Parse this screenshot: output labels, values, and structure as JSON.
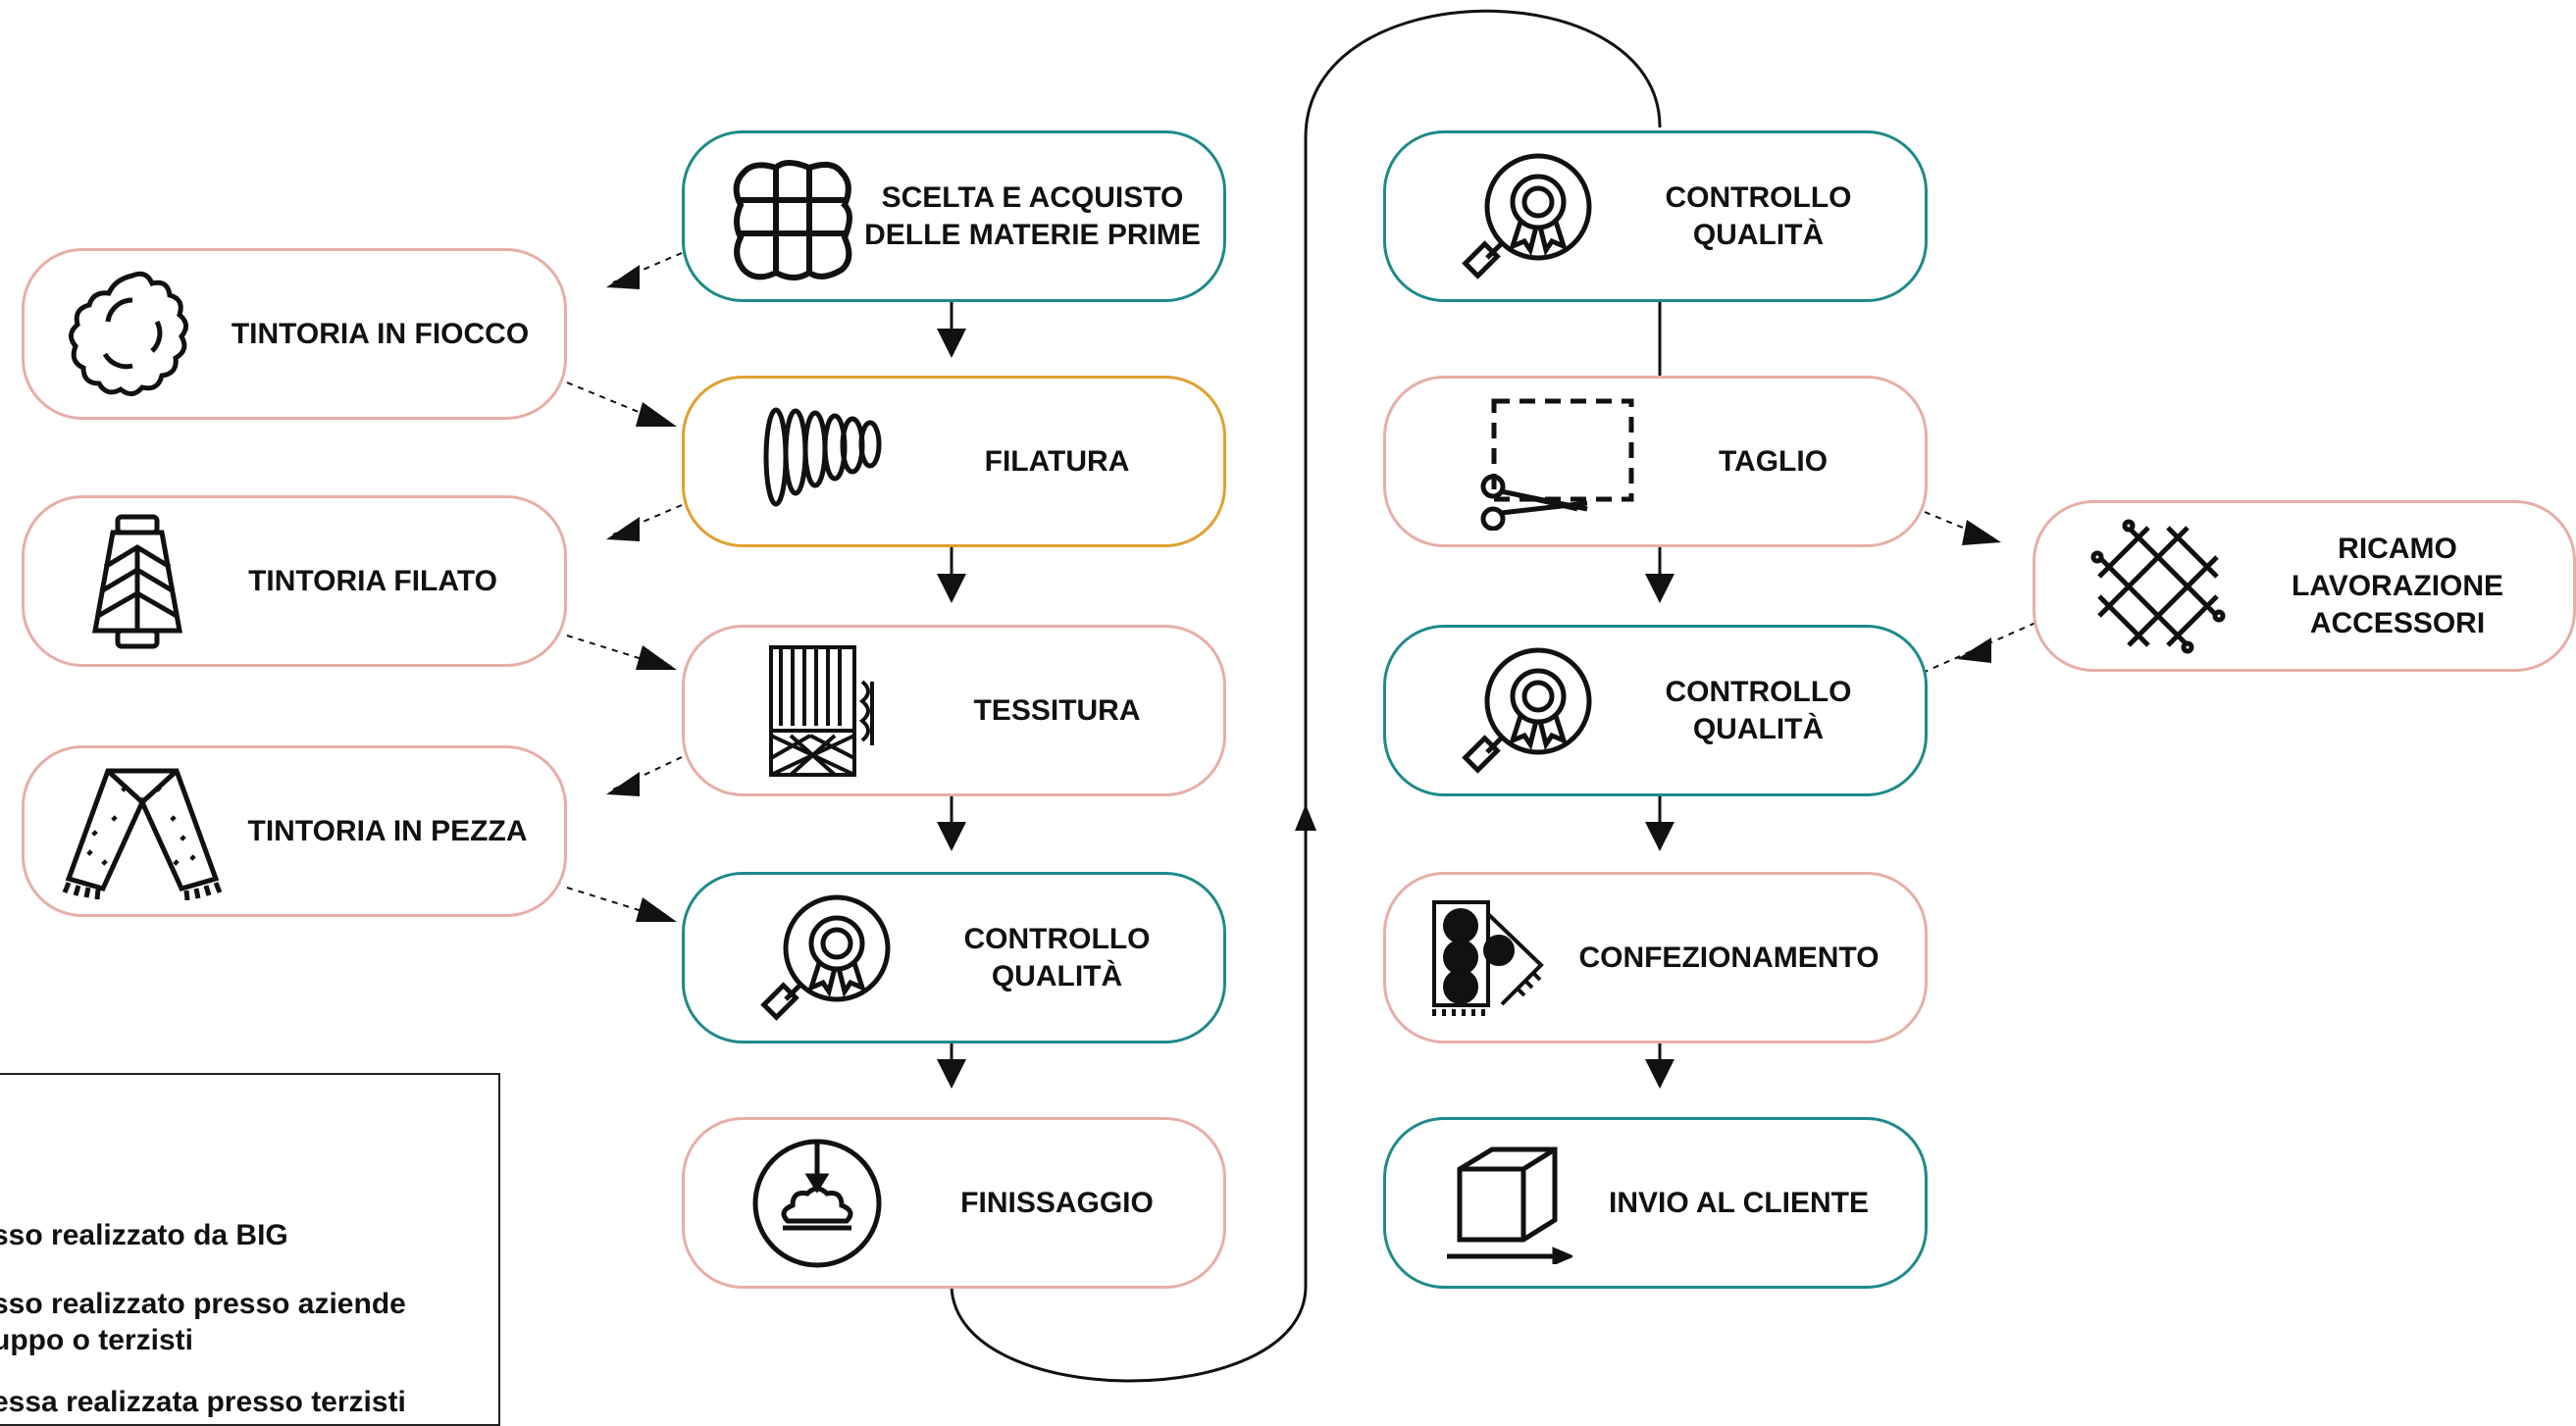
{
  "steps": {
    "scelta": {
      "line1": "SCELTA E ACQUISTO",
      "line2": "DELLE MATERIE PRIME"
    },
    "filatura": {
      "line1": "FILATURA"
    },
    "tessitura": {
      "line1": "TESSITURA"
    },
    "controllo1": {
      "line1": "CONTROLLO",
      "line2": "QUALITÀ"
    },
    "finissaggio": {
      "line1": "FINISSAGGIO"
    },
    "controllo2": {
      "line1": "CONTROLLO",
      "line2": "QUALITÀ"
    },
    "taglio": {
      "line1": "TAGLIO"
    },
    "controllo3": {
      "line1": "CONTROLLO",
      "line2": "QUALITÀ"
    },
    "confezionamento": {
      "line1": "CONFEZIONAMENTO"
    },
    "invio": {
      "line1": "INVIO AL CLIENTE"
    }
  },
  "side": {
    "fiocco": {
      "line1": "TINTORIA IN FIOCCO"
    },
    "filato": {
      "line1": "TINTORIA FILATO"
    },
    "pezza": {
      "line1": "TINTORIA IN PEZZA"
    },
    "ricamo": {
      "line1": "RICAMO",
      "line2": "LAVORAZIONE",
      "line3": "ACCESSORI"
    }
  },
  "legend": {
    "row1": "sso realizzato da BIG",
    "row2a": "sso realizzato presso aziende",
    "row2b": "uppo o terzisti",
    "row3": "essa realizzata presso terzisti"
  },
  "colors": {
    "teal": "#1f8a8a",
    "pink": "#e7aea8",
    "gold": "#e0a030"
  },
  "icons": [
    "cotton-bale-icon",
    "spring-icon",
    "loom-icon",
    "quality-magnifier-icon",
    "dryer-icon",
    "scissors-icon",
    "fabric-dots-icon",
    "box-icon",
    "cotton-flake-icon",
    "yarn-cone-icon",
    "scarf-icon",
    "embroidery-icon"
  ]
}
